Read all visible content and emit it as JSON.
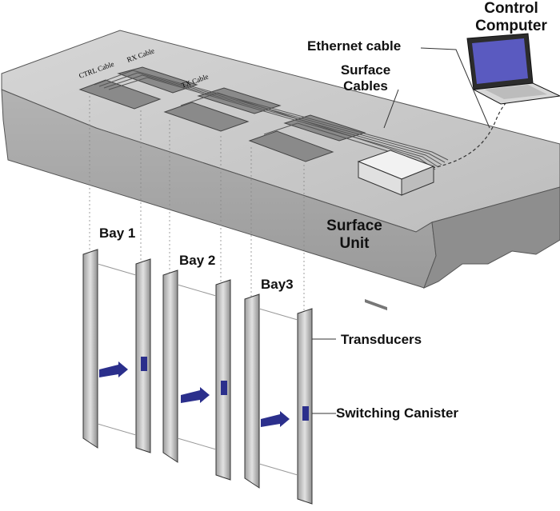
{
  "labels": {
    "control_computer": [
      "Control",
      "Computer"
    ],
    "ethernet_cable": "Ethernet cable",
    "surface_cables": [
      "Surface",
      "Cables"
    ],
    "surface_unit": [
      "Surface",
      "Unit"
    ],
    "bay1": "Bay 1",
    "bay2": "Bay 2",
    "bay3": "Bay3",
    "transducers": "Transducers",
    "switching_canister": "Switching Canister"
  },
  "cable_labels": {
    "ctrl": "CTRL Cable",
    "rx": "RX Cable",
    "tx": "TX Cable"
  },
  "colors": {
    "slab_top": "#c9c9c9",
    "slab_front": "#a9a9a9",
    "canister": "#2b2f8c",
    "steel": "#b9b9b9",
    "outline": "#222222"
  },
  "icons": {
    "computer": "laptop-icon",
    "surface_unit": "surface-unit-box-icon"
  }
}
